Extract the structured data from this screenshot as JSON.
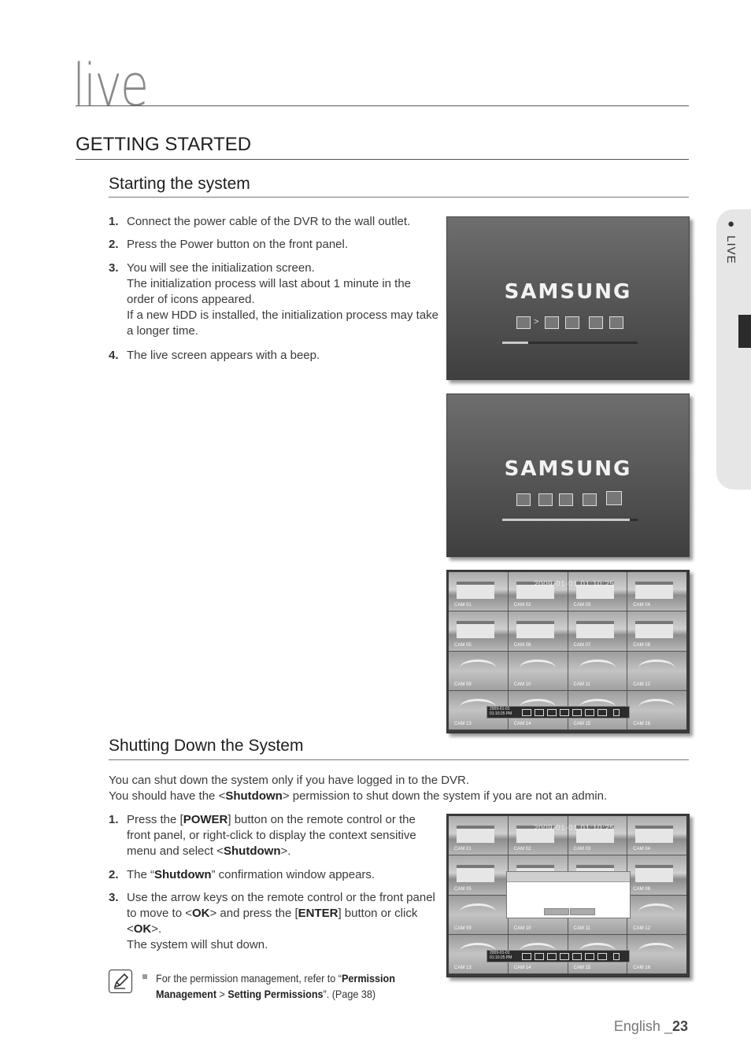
{
  "chapter": "live",
  "section": "GETTING STARTED",
  "starting": {
    "heading": "Starting the system",
    "steps": [
      {
        "num": "1.",
        "text": "Connect the power cable of the DVR to the wall outlet."
      },
      {
        "num": "2.",
        "text": "Press the Power button on the front panel."
      },
      {
        "num": "3.",
        "line1": "You will see the initialization screen.",
        "line2": "The initialization process will last about 1 minute in the order of icons appeared.",
        "line3": "If a new HDD is installed, the initialization process may take a longer time."
      },
      {
        "num": "4.",
        "text": "The live screen appears with a beep."
      }
    ]
  },
  "boot_screens": [
    {
      "logo": "SAMSUNG",
      "progress": 0.19
    },
    {
      "logo": "SAMSUNG",
      "progress": 0.94
    }
  ],
  "live_screen": {
    "datetime": "2009-01-01 01:10:25",
    "toolbar_date": "2009-01-01",
    "toolbar_time": "01:10:25 PM",
    "cams": [
      "CAM 01",
      "CAM 02",
      "CAM 03",
      "CAM 04",
      "CAM 05",
      "CAM 06",
      "CAM 07",
      "CAM 08",
      "CAM 09",
      "CAM 10",
      "CAM 11",
      "CAM 12",
      "CAM 13",
      "CAM 14",
      "CAM 15",
      "CAM 16"
    ]
  },
  "shutting": {
    "heading": "Shutting Down the System",
    "intro1": "You can shut down the system only if you have logged in to the DVR.",
    "intro2_a": "You should have the <",
    "intro2_b": "Shutdown",
    "intro2_c": "> permission to shut down the system if you are not an admin.",
    "step1": {
      "num": "1.",
      "a": "Press the [",
      "b": "POWER",
      "c": "] button on the remote control or the front panel, or right-click to display the context sensitive menu and select <",
      "d": "Shutdown",
      "e": ">."
    },
    "step2": {
      "num": "2.",
      "a": "The “",
      "b": "Shutdown",
      "c": "” confirmation window appears."
    },
    "step3": {
      "num": "3.",
      "a": "Use the arrow keys on the remote control or the front panel to move to <",
      "b": "OK",
      "c": "> and press the [",
      "d": "ENTER",
      "e": "] button or click <",
      "f": "OK",
      "g": ">.",
      "h": "The system will shut down."
    }
  },
  "note": {
    "a": "For the permission management, refer to “",
    "b": "Permission Management",
    "c": " > ",
    "d": "Setting Permissions",
    "e": "”. (Page 38)"
  },
  "side_tab": "● LIVE",
  "footer": {
    "lang": "English _",
    "page": "23"
  }
}
